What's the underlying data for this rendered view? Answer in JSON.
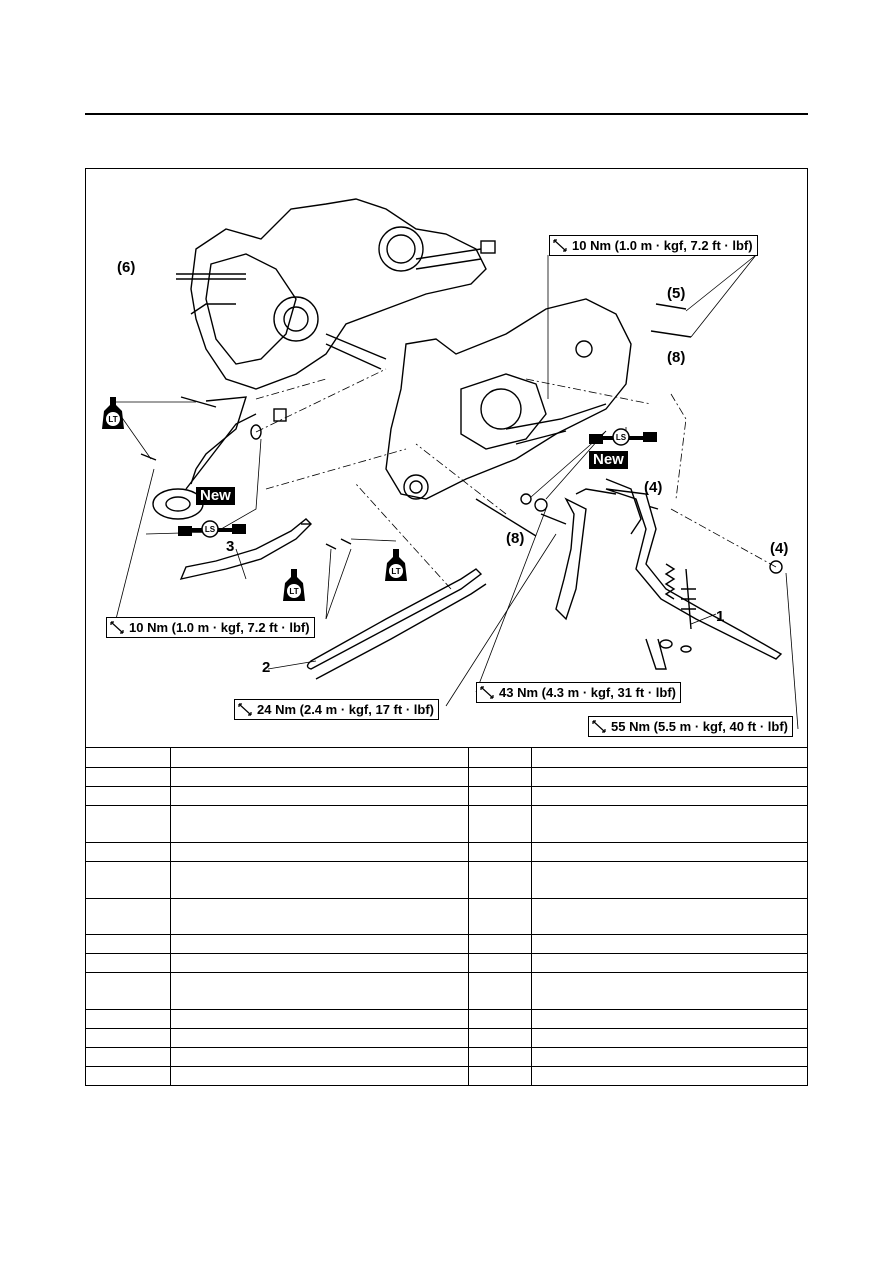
{
  "torque_specs": {
    "t1": "10 Nm (1.0 m · kgf, 7.2 ft · lbf)",
    "t2": "10 Nm (1.0 m · kgf, 7.2 ft · lbf)",
    "t3": "43 Nm (4.3 m · kgf, 31 ft · lbf)",
    "t4": "24 Nm (2.4 m · kgf, 17 ft · lbf)",
    "t5": "55 Nm (5.5 m · kgf, 40 ft · lbf)"
  },
  "callouts": {
    "p6": "(6)",
    "p5": "(5)",
    "p8a": "(8)",
    "p8b": "(8)",
    "p4a": "(4)",
    "p4b": "(4)",
    "n1": "1",
    "n2": "2",
    "n3": "3"
  },
  "tags": {
    "new": "New",
    "lt": "LT",
    "ls": "LS"
  },
  "table_rows": 14
}
